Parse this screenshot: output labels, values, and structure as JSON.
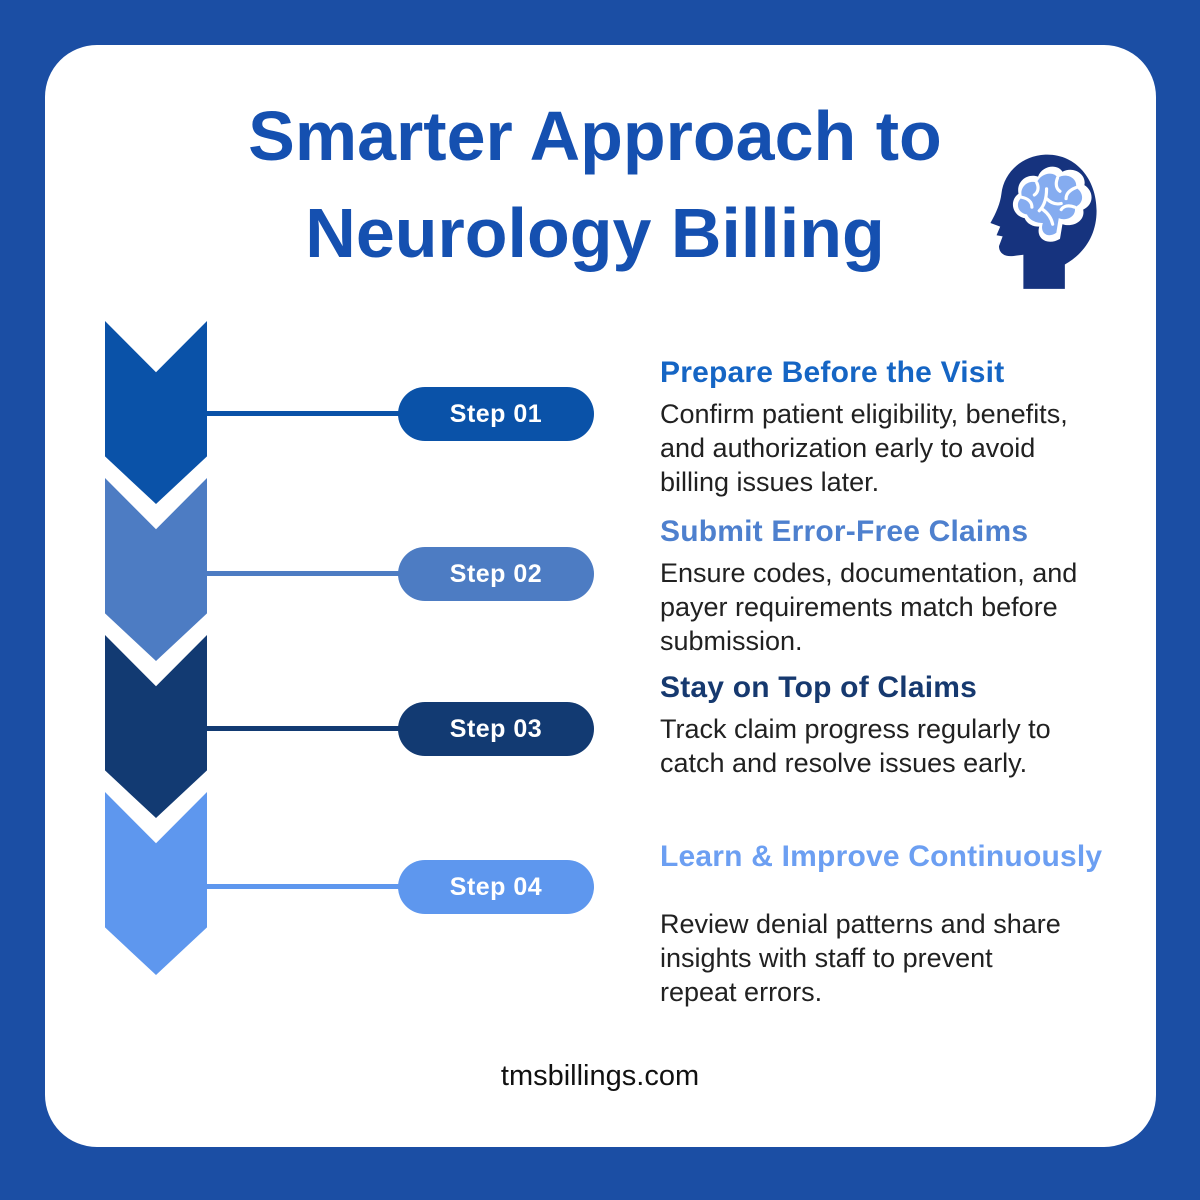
{
  "header": {
    "title_line1": "Smarter Approach to",
    "title_line2": "Neurology Billing",
    "icon": "brain-head-icon"
  },
  "steps": [
    {
      "pill_label": "Step 01",
      "heading": "Prepare Before the Visit",
      "body": "Confirm patient eligibility, benefits,\nand authorization early to avoid\nbilling issues later.",
      "color": "#0A52A8",
      "heading_color": "#1565C4"
    },
    {
      "pill_label": "Step 02",
      "heading": "Submit Error-Free Claims",
      "body": "Ensure codes, documentation, and\npayer requirements match before\nsubmission.",
      "color": "#4D7CC3",
      "heading_color": "#4E80CE"
    },
    {
      "pill_label": "Step 03",
      "heading": "Stay on Top of Claims",
      "body": "Track claim progress regularly to\ncatch and resolve issues early.",
      "color": "#123A72",
      "heading_color": "#16396F"
    },
    {
      "pill_label": "Step 04",
      "heading": "Learn & Improve Continuously",
      "body": "Review denial patterns and share\ninsights with staff to prevent\nrepeat errors.",
      "color": "#5E97EE",
      "heading_color": "#6C9FF2"
    }
  ],
  "footer": {
    "url": "tmsbillings.com"
  },
  "colors": {
    "frame": "#1B4EA4",
    "panel": "#FFFFFF",
    "title": "#1550B0",
    "head_silhouette": "#16337E",
    "brain_fill": "#85ACF0",
    "body_text": "#212121"
  }
}
